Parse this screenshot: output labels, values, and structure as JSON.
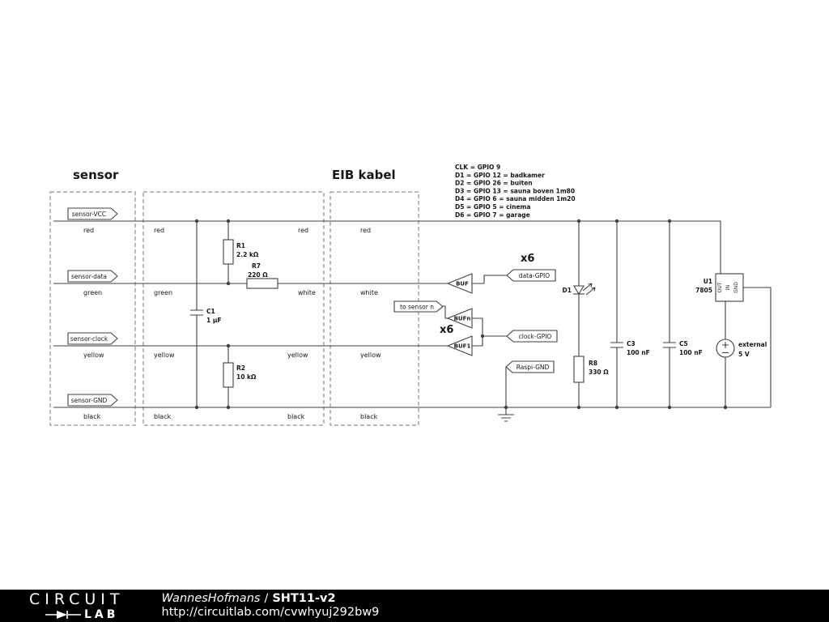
{
  "header": {
    "sensor_title": "sensor",
    "eib_title": "EIB kabel"
  },
  "gpio_notes": [
    "CLK = GPIO 9",
    "D1 = GPIO 12 = badkamer",
    "D2 = GPIO 26 = buiten",
    "D3 = GPIO 13 = sauna boven 1m80",
    "D4 = GPIO 6 = sauna midden 1m20",
    "D5 = GPIO 5 = cinema",
    "D6 = GPIO 7 = garage"
  ],
  "net_flags": {
    "vcc": "sensor-VCC",
    "data": "sensor-data",
    "clock": "sensor-clock",
    "gnd": "sensor-GND"
  },
  "wire_labels": {
    "row1": [
      "red",
      "red",
      "red",
      "red"
    ],
    "row2": [
      "green",
      "green",
      "white",
      "white"
    ],
    "row3": [
      "yellow",
      "yellow",
      "yellow",
      "yellow"
    ],
    "row4": [
      "black",
      "black",
      "black",
      "black"
    ]
  },
  "components": {
    "r1": {
      "ref": "R1",
      "value": "2.2 kΩ"
    },
    "r7": {
      "ref": "R7",
      "value": "220 Ω"
    },
    "r2": {
      "ref": "R2",
      "value": "10 kΩ"
    },
    "r8": {
      "ref": "R8",
      "value": "330 Ω"
    },
    "c1": {
      "ref": "C1",
      "value": "1 µF"
    },
    "c3": {
      "ref": "C3",
      "value": "100 nF"
    },
    "c5": {
      "ref": "C5",
      "value": "100 nF"
    },
    "d1": {
      "ref": "D1"
    },
    "u1": {
      "ref": "U1",
      "value": "7805",
      "pin_out": "OUT",
      "pin_in": "IN",
      "pin_gnd": "GND"
    },
    "source": {
      "name": "external",
      "value": "5 V"
    }
  },
  "buffers": {
    "data_buf": "BUF",
    "clock_buf_n": "BUFn",
    "clock_buf_1": "BUF1",
    "multiplier": "x6"
  },
  "flags": {
    "data_gpio": "data-GPIO",
    "clock_gpio": "clock-GPIO",
    "raspi_gnd": "Raspi-GND",
    "to_sensor_n": "to sensor n"
  },
  "footer": {
    "logo_top": "CIRCUIT",
    "logo_bottom": "LAB",
    "author": "WannesHofmans",
    "divider": "/",
    "project": "SHT11-v2",
    "url": "http://circuitlab.com/cvwhyuj292bw9"
  },
  "colors": {
    "wire": "#3f3f3f",
    "background": "#ffffff",
    "footer_bg": "#000000",
    "footer_text": "#ffffff"
  }
}
